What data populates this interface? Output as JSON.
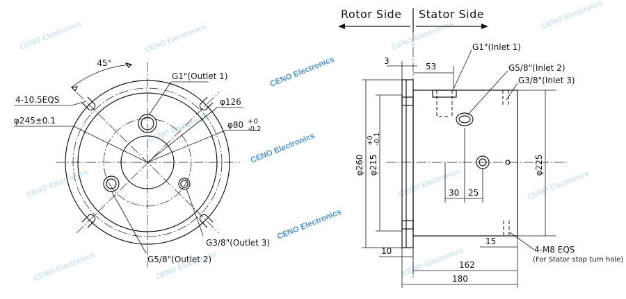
{
  "header": {
    "rotor_side": "Rotor Side",
    "stator_side": "Stator Side"
  },
  "front_view": {
    "angle": "45°",
    "bolt_holes": "4-10.5EQS",
    "outer_diameter": "φ245±0.1",
    "bore_diameter": "φ126",
    "inner_bore": "φ80",
    "inner_bore_tol_upper": "+0",
    "inner_bore_tol_lower": "-0.2",
    "outlet_1": "G1\"(Outlet 1)",
    "outlet_2": "G5/8\"(Outlet 2)",
    "outlet_3": "G3/8\"(Outlet 3)"
  },
  "side_view": {
    "inlet_1": "G1\"(Inlet 1)",
    "inlet_2": "G5/8\"(Inlet 2)",
    "inlet_3": "G3/8\"(Inlet 3)",
    "dim_flange_thickness": "3",
    "dim_inlet1_offset": "53",
    "dim_overall_dia": "φ260",
    "dim_pilot_dia": "φ215",
    "dim_pilot_tol_upper": "+0",
    "dim_pilot_tol_lower": "-0.1",
    "dim_body_dia": "φ225",
    "dim_30": "30",
    "dim_25": "25",
    "dim_15": "15",
    "dim_10": "10",
    "dim_162": "162",
    "dim_180": "180",
    "stop_holes": "4-M8 EQS",
    "stop_holes_note": "(For Stator stop turn hole)"
  },
  "watermark": "CENO Electronics"
}
